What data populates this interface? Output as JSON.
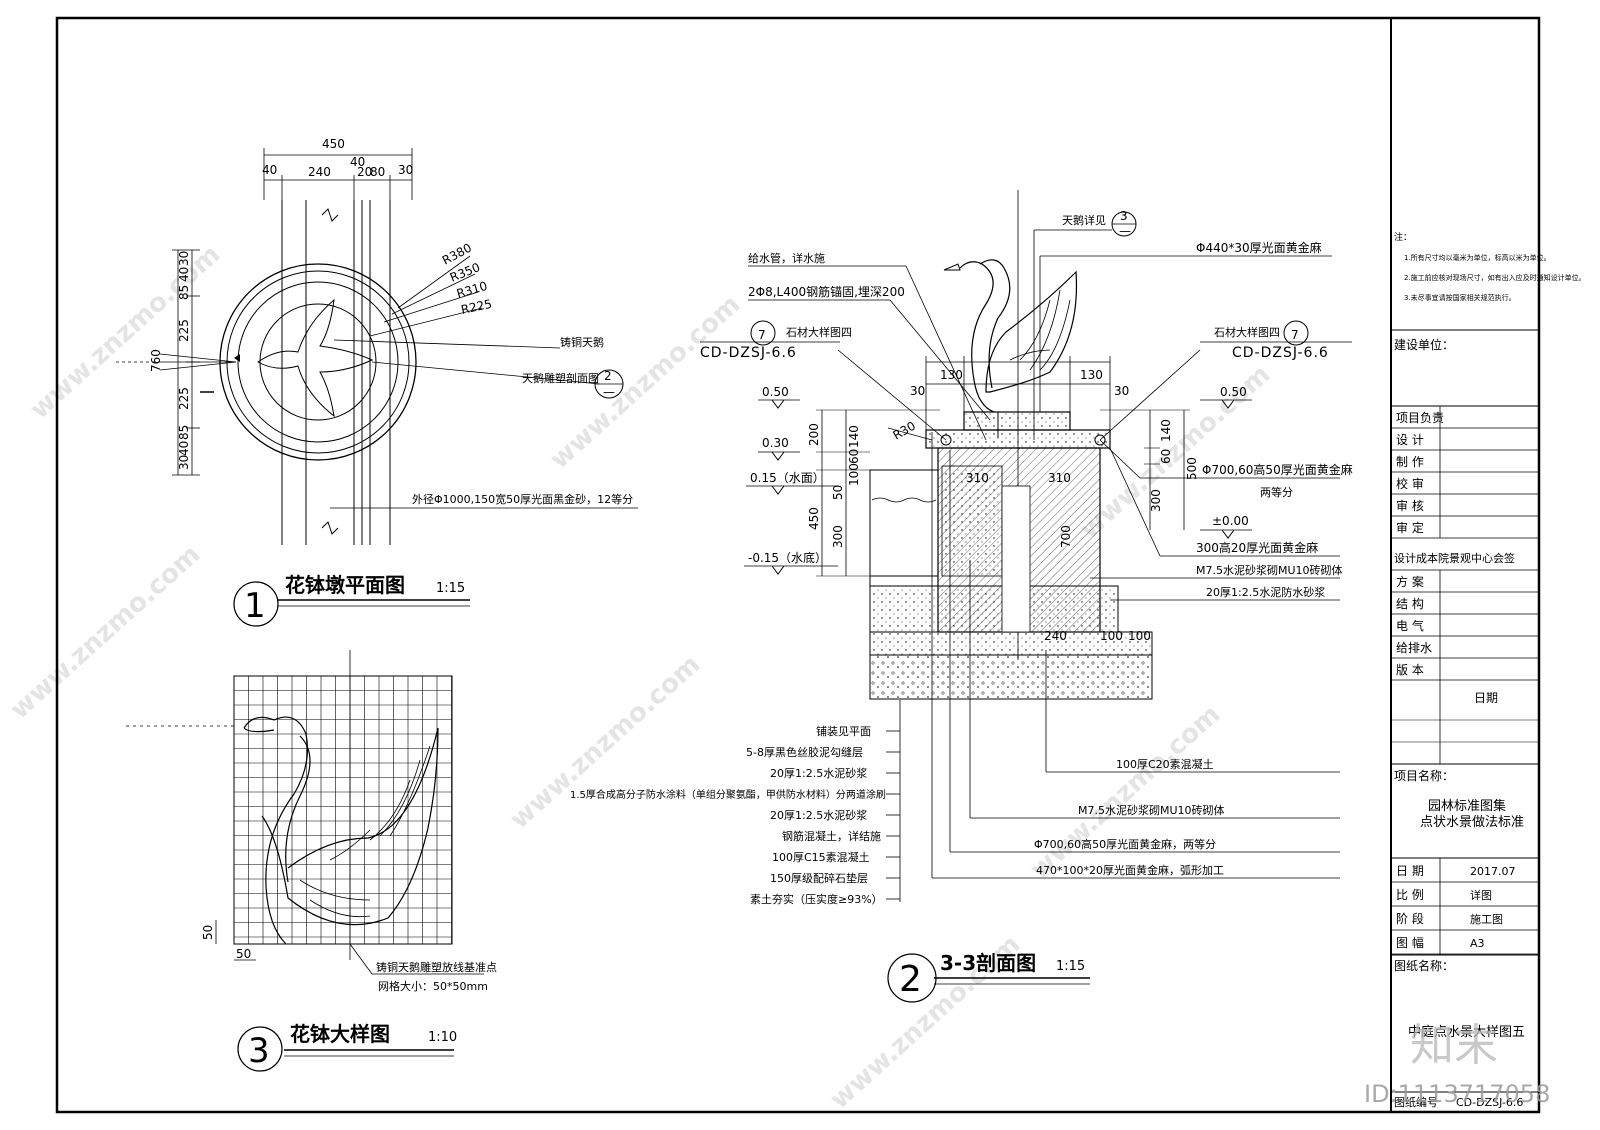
{
  "watermark": {
    "site": "www.znzmo.com",
    "brand": "知末",
    "id_text": "ID:1113717058"
  },
  "plan": {
    "title": "花钵墩平面图",
    "scale": "1:15",
    "number": "1",
    "dims_top": [
      "450",
      "40",
      "240",
      "40",
      "20",
      "80",
      "30"
    ],
    "dims_left": [
      "30",
      "85",
      "40",
      "225",
      "760",
      "225",
      "85",
      "40",
      "30"
    ],
    "radii": [
      "R380",
      "R350",
      "R310",
      "R225"
    ],
    "labels": {
      "bronze_swan": "铸铜天鹅",
      "swan_section": "天鹅雕塑剖面图",
      "outer_ring": "外径Φ1000,150宽50厚光面黑金砂，12等分"
    },
    "callout": {
      "num": "2",
      "sub": "—"
    }
  },
  "detail": {
    "title": "花钵大样图",
    "scale": "1:10",
    "number": "3",
    "dim_v": "50",
    "dim_h": "50",
    "note1": "铸铜天鹅雕塑放线基准点",
    "note2": "网格大小：50*50mm"
  },
  "section": {
    "title": "3-3剖面图",
    "scale": "1:15",
    "number": "2",
    "callout_left": {
      "num": "7",
      "code": "CD-DZSJ-6.6",
      "label": "石材大样图四"
    },
    "callout_right": {
      "num": "7",
      "code": "CD-DZSJ-6.6",
      "label": "石材大样图四"
    },
    "swan_ref": {
      "label": "天鹅详见",
      "num": "3",
      "sub": "—"
    },
    "top_labels": [
      "给水管，详水施",
      "2Φ8,L400钢筋锚固,埋深200",
      "Φ440*30厚光面黄金麻"
    ],
    "levels_left": [
      "0.50",
      "0.30",
      "0.15（水面）",
      "-0.15（水底）"
    ],
    "levels_right": [
      "0.50",
      "±0.00"
    ],
    "dims_left": [
      "140",
      "200",
      "60",
      "100",
      "50",
      "450",
      "300"
    ],
    "dims_right": [
      "140",
      "60",
      "300",
      "500"
    ],
    "dims_top": [
      "130",
      "30",
      "130",
      "30"
    ],
    "dims_inner": [
      "310",
      "310",
      "700",
      "240",
      "100",
      "100",
      "R30"
    ],
    "right_labels": [
      "Φ700,60高50厚光面黄金麻",
      "两等分",
      "300高20厚光面黄金麻",
      "M7.5水泥砂浆砌MU10砖砌体",
      "20厚1:2.5水泥防水砂浆"
    ],
    "bottom_left_labels": [
      "铺装见平面",
      "5-8厚黑色丝胶泥勾缝层",
      "20厚1:2.5水泥砂浆",
      "1.5厚合成高分子防水涂料（单组分聚氨酯，甲供防水材料）分两道涂刷",
      "20厚1:2.5水泥砂浆",
      "钢筋混凝土，详结施",
      "100厚C15素混凝土",
      "150厚级配碎石垫层",
      "素土夯实（压实度≥93%）"
    ],
    "bottom_right_labels": [
      "100厚C20素混凝土",
      "M7.5水泥砂浆砌MU10砖砌体",
      "Φ700,60高50厚光面黄金麻，两等分",
      "470*100*20厚光面黄金麻，弧形加工"
    ]
  },
  "title_block": {
    "notes": [
      "注：",
      "1.所有尺寸均以毫米为单位，标高以米为单位。",
      "2.施工前应核对现场尺寸，如有出入应及时通知设计单位。",
      "3.未尽事宜请按国家相关规范执行。"
    ],
    "build_unit": "建设单位：",
    "rows": [
      "项目负责",
      "设  计",
      "制  作",
      "校  审",
      "审  核",
      "审  定"
    ],
    "design_unit": "设计成本院景观中心会签",
    "rows2": [
      "方  案",
      "结  构",
      "电  气",
      "给排水",
      "版  本"
    ],
    "date_label": "日期",
    "project_label": "项目名称：",
    "project_name1": "园林标准图集",
    "project_name2": "点状水景做法标准",
    "info": [
      [
        "日  期",
        "2017.07"
      ],
      [
        "比  例",
        "详图"
      ],
      [
        "阶  段",
        "施工图"
      ],
      [
        "图  幅",
        "A3"
      ]
    ],
    "drawing_name_label": "图纸名称：",
    "drawing_name": "中庭点水景大样图五",
    "drawing_no_label": "图纸编号",
    "drawing_no": "CD-DZSJ-6.6"
  }
}
